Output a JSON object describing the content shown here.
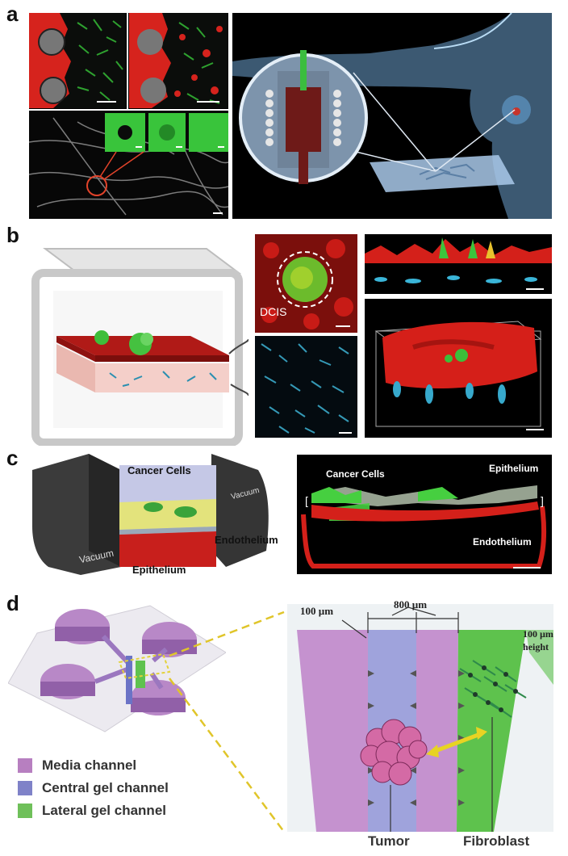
{
  "panels": {
    "a": {
      "letter": "a"
    },
    "b": {
      "letter": "b",
      "dcis_label": "DCIS"
    },
    "c": {
      "letter": "c",
      "left": {
        "cancer_cells": "Cancer Cells",
        "endothelium": "Endothelium",
        "epithelium": "Epithelium",
        "vacuum_left": "Vacuum",
        "vacuum_right": "Vacuum"
      },
      "right": {
        "cancer_cells": "Cancer Cells",
        "epithelium": "Epithelium",
        "endothelium": "Endothelium"
      }
    },
    "d": {
      "letter": "d",
      "dim_100": "100 µm",
      "dim_800": "800 µm",
      "height_line1": "100 µm",
      "height_line2": "height",
      "tumor": "Tumor",
      "fibroblast": "Fibroblast",
      "legend": [
        {
          "label": "Media channel",
          "color": "#b77fc0"
        },
        {
          "label": "Central gel channel",
          "color": "#7f82c8"
        },
        {
          "label": "Lateral gel channel",
          "color": "#6fc05a"
        }
      ]
    }
  },
  "colors": {
    "red_stain": "#e0201c",
    "green_stain": "#36c23a",
    "cyan_stain": "#3fb6d6",
    "media": "#c58bd1",
    "central_gel": "#9a9ed8",
    "lateral_gel": "#55c14a"
  }
}
